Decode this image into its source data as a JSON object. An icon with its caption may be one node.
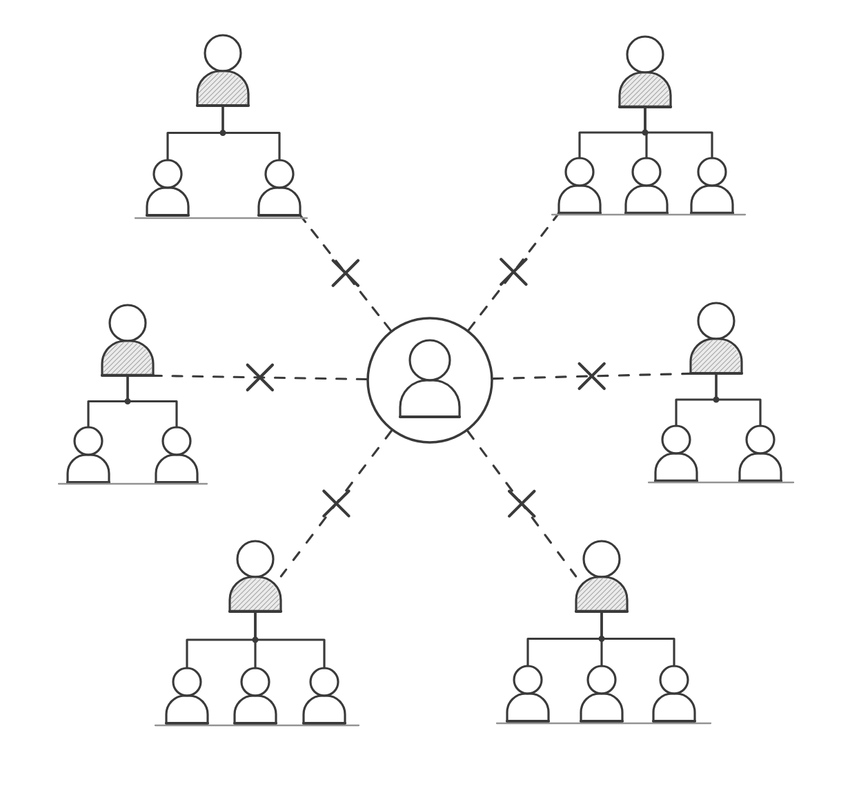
{
  "diagram": {
    "nodes": [
      {
        "text": [],
        "shape": "person"
      },
      {
        "text": [],
        "shape": "person"
      },
      {
        "text": [],
        "shape": "person"
      },
      {
        "text": [],
        "shape": "person"
      },
      {
        "text": [],
        "shape": "person"
      },
      {
        "text": [],
        "shape": "person"
      },
      {
        "text": [],
        "shape": "person"
      },
      {
        "text": [],
        "shape": "person"
      },
      {
        "text": [],
        "shape": "person"
      },
      {
        "text": [],
        "shape": "person"
      },
      {
        "text": [],
        "shape": "circle"
      },
      {
        "text": [],
        "shape": "person",
        "in": 10
      },
      {
        "text": [],
        "shape": "person"
      },
      {
        "text": [],
        "shape": "person"
      },
      {
        "text": [],
        "shape": "person"
      },
      {
        "text": [],
        "shape": "person"
      },
      {
        "text": [],
        "shape": "person"
      },
      {
        "text": [],
        "shape": "person"
      },
      {
        "text": [],
        "shape": "person"
      },
      {
        "text": [],
        "shape": "person"
      },
      {
        "text": [],
        "shape": "person"
      },
      {
        "text": [],
        "shape": "person"
      },
      {
        "text": [],
        "shape": "person"
      }
    ],
    "edges": [
      {
        "from": 0,
        "to": 1,
        "arrow": "none"
      },
      {
        "from": 0,
        "to": 2,
        "arrow": "none"
      },
      {
        "from": 3,
        "to": 4,
        "arrow": "none"
      },
      {
        "from": 3,
        "to": 5,
        "arrow": "none"
      },
      {
        "from": 3,
        "to": 6,
        "arrow": "none"
      },
      {
        "from": 7,
        "to": 8,
        "arrow": "none"
      },
      {
        "from": 7,
        "to": 9,
        "arrow": "none"
      },
      {
        "from": 12,
        "to": 13,
        "arrow": "none"
      },
      {
        "from": 12,
        "to": 14,
        "arrow": "none"
      },
      {
        "from": 15,
        "to": 16,
        "arrow": "none"
      },
      {
        "from": 15,
        "to": 17,
        "arrow": "none"
      },
      {
        "from": 15,
        "to": 18,
        "arrow": "none"
      },
      {
        "from": 19,
        "to": 20,
        "arrow": "none"
      },
      {
        "from": 19,
        "to": 21,
        "arrow": "none"
      },
      {
        "from": 19,
        "to": 22,
        "arrow": "none"
      },
      {
        "from": 10,
        "to": 2,
        "arrow": "none",
        "style": "dashed"
      },
      {
        "from": 10,
        "to": 4,
        "arrow": "none",
        "style": "dashed"
      },
      {
        "from": 10,
        "to": 7,
        "arrow": "none",
        "style": "dashed"
      },
      {
        "from": 10,
        "to": 12,
        "arrow": "none",
        "style": "dashed"
      },
      {
        "from": 10,
        "to": 15,
        "arrow": "none",
        "style": "dashed"
      },
      {
        "from": 10,
        "to": 19,
        "arrow": "none",
        "style": "dashed"
      }
    ]
  }
}
